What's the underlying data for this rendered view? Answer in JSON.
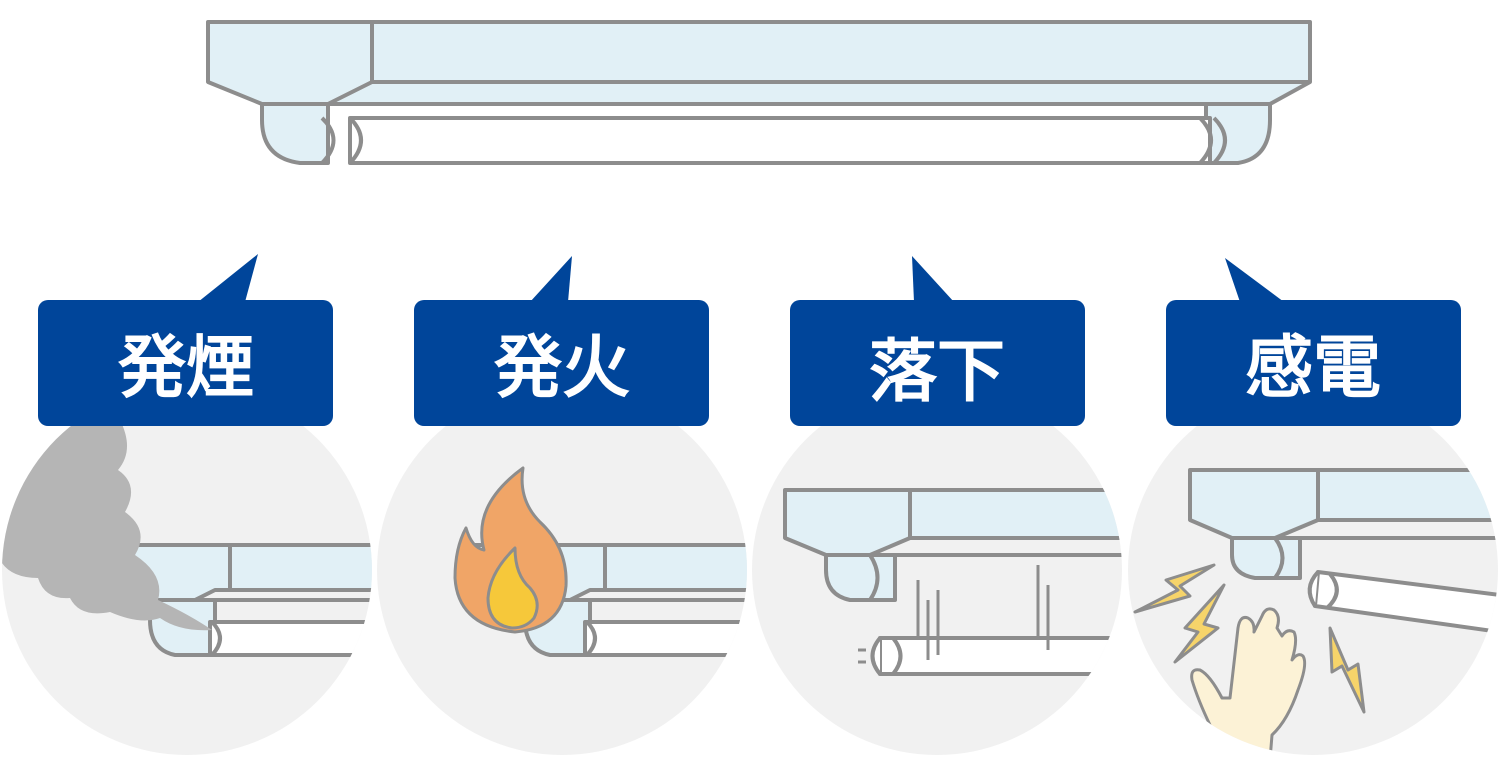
{
  "colors": {
    "fixture_fill": "#e1f0f6",
    "fixture_stroke": "#8d8d8d",
    "tube_fill": "#ffffff",
    "circle_bg": "#f1f1f1",
    "label_bg": "#00459a",
    "label_text": "#ffffff",
    "smoke": "#b5b5b5",
    "flame_outer": "#f0a567",
    "flame_inner": "#f6c83a",
    "spark": "#f6d46a",
    "hand": "#fcf2d6"
  },
  "panels": [
    {
      "id": "smoke",
      "label": "発煙",
      "icon": "smoke-icon"
    },
    {
      "id": "fire",
      "label": "発火",
      "icon": "flame-icon"
    },
    {
      "id": "fall",
      "label": "落下",
      "icon": "falling-tube-icon"
    },
    {
      "id": "shock",
      "label": "感電",
      "icon": "electric-shock-icon"
    }
  ]
}
